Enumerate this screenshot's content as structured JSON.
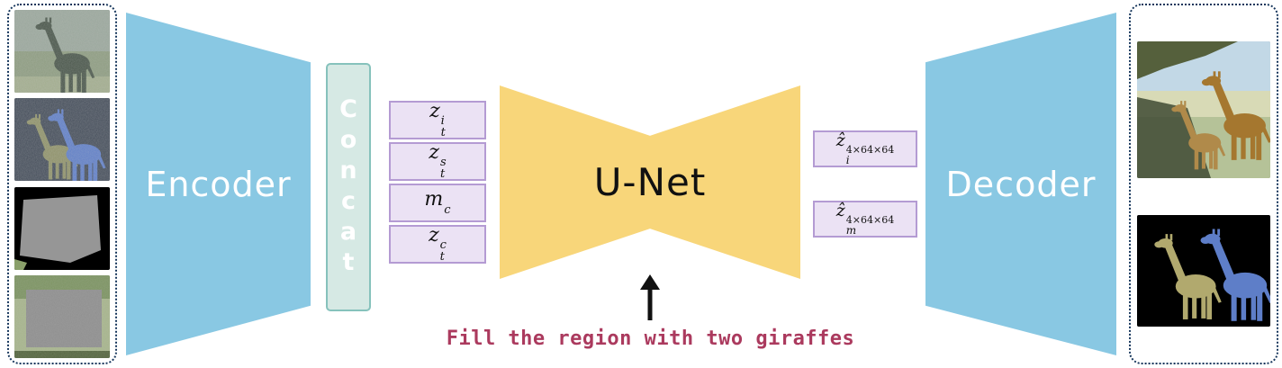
{
  "figure": {
    "encoder": {
      "label": "Encoder"
    },
    "concat": {
      "label": "Concat"
    },
    "unet": {
      "label": "U-Net"
    },
    "decoder": {
      "label": "Decoder"
    },
    "caption": "Fill the region with two giraffes"
  },
  "latent_tokens": [
    {
      "base": "z",
      "sub": "t",
      "sup": "i"
    },
    {
      "base": "z",
      "sub": "t",
      "sup": "s"
    },
    {
      "base": "m",
      "sub": "",
      "sup": "c"
    },
    {
      "base": "z",
      "sub": "t",
      "sup": "c"
    }
  ],
  "output_latents": [
    {
      "base": "ẑ",
      "sub": "i",
      "sup": "4×64×64"
    },
    {
      "base": "ẑ",
      "sub": "m",
      "sup": "4×64×64"
    }
  ],
  "input_panel": {
    "images": [
      "noisy-image",
      "noisy-segmentation",
      "region-mask",
      "masked-image"
    ]
  },
  "output_panel": {
    "images": [
      "generated-image",
      "generated-segmentation"
    ]
  },
  "colors": {
    "encoder_decoder": "#89C8E3",
    "unet": "#F8D67A",
    "concat_bg": "#D6E9E4",
    "concat_border": "#86C2BC",
    "token_bg": "#EBE2F4",
    "token_border": "#B49BD3",
    "caption": "#AB3A5E",
    "panel_border": "#16365C"
  }
}
